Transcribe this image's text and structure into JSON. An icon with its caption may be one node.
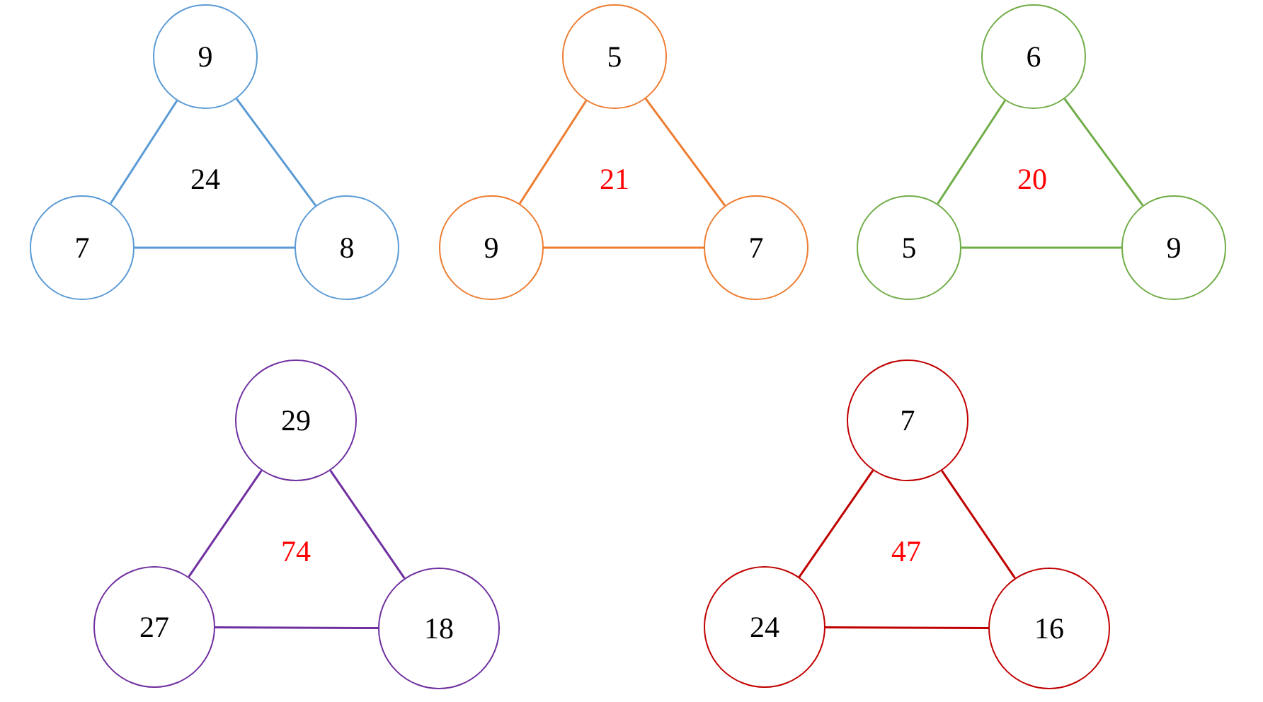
{
  "diagram": {
    "nodes": [
      {
        "text": [
          "9"
        ]
      },
      {
        "text": [
          "7"
        ]
      },
      {
        "text": [
          "8"
        ]
      },
      {
        "text": [
          "5"
        ]
      },
      {
        "text": [
          "9"
        ]
      },
      {
        "text": [
          "7"
        ]
      },
      {
        "text": [
          "6"
        ]
      },
      {
        "text": [
          "5"
        ]
      },
      {
        "text": [
          "9"
        ]
      },
      {
        "text": [
          "29"
        ]
      },
      {
        "text": [
          "27"
        ]
      },
      {
        "text": [
          "18"
        ]
      },
      {
        "text": [
          "7"
        ]
      },
      {
        "text": [
          "24"
        ]
      },
      {
        "text": [
          "16"
        ]
      }
    ],
    "edges": [
      {
        "from": 0,
        "to": 1,
        "arrow": "none",
        "color": "#5b9bd5"
      },
      {
        "from": 0,
        "to": 2,
        "arrow": "none",
        "color": "#5b9bd5"
      },
      {
        "from": 1,
        "to": 2,
        "arrow": "none",
        "color": "#5b9bd5"
      },
      {
        "from": 3,
        "to": 4,
        "arrow": "none",
        "color": "#ed7d31"
      },
      {
        "from": 3,
        "to": 5,
        "arrow": "none",
        "color": "#ed7d31"
      },
      {
        "from": 4,
        "to": 5,
        "arrow": "none",
        "color": "#ed7d31"
      },
      {
        "from": 6,
        "to": 7,
        "arrow": "none",
        "color": "#70ad47"
      },
      {
        "from": 6,
        "to": 8,
        "arrow": "none",
        "color": "#70ad47"
      },
      {
        "from": 7,
        "to": 8,
        "arrow": "none",
        "color": "#70ad47"
      },
      {
        "from": 9,
        "to": 10,
        "arrow": "none",
        "color": "#7030a0"
      },
      {
        "from": 9,
        "to": 11,
        "arrow": "none",
        "color": "#7030a0"
      },
      {
        "from": 10,
        "to": 11,
        "arrow": "none",
        "color": "#7030a0"
      },
      {
        "from": 12,
        "to": 13,
        "arrow": "none",
        "color": "#c00000"
      },
      {
        "from": 12,
        "to": 14,
        "arrow": "none",
        "color": "#c00000"
      },
      {
        "from": 13,
        "to": 14,
        "arrow": "none",
        "color": "#c00000"
      }
    ],
    "labels": [
      "24",
      "21",
      "20",
      "74",
      "47"
    ]
  }
}
